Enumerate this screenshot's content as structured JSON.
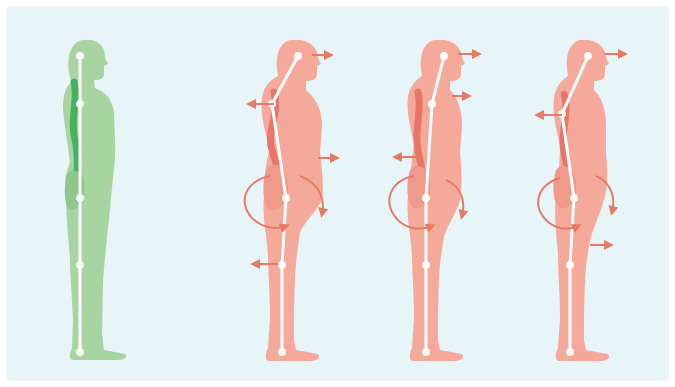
{
  "figure": {
    "background": "#e7f5f9",
    "frame_color": "#ffffff",
    "figures": [
      {
        "id": "correct",
        "skin": "#a8d4a2",
        "spine": "#45b35c",
        "joint": "#ffffff"
      },
      {
        "id": "posture-a",
        "skin": "#f5a99b",
        "spine": "#e8756a",
        "arrow": "#e87a64"
      },
      {
        "id": "posture-b",
        "skin": "#f5a99b",
        "spine": "#e8756a",
        "arrow": "#e87a64"
      },
      {
        "id": "posture-c",
        "skin": "#f5a99b",
        "spine": "#e8756a",
        "arrow": "#e87a64"
      }
    ]
  }
}
